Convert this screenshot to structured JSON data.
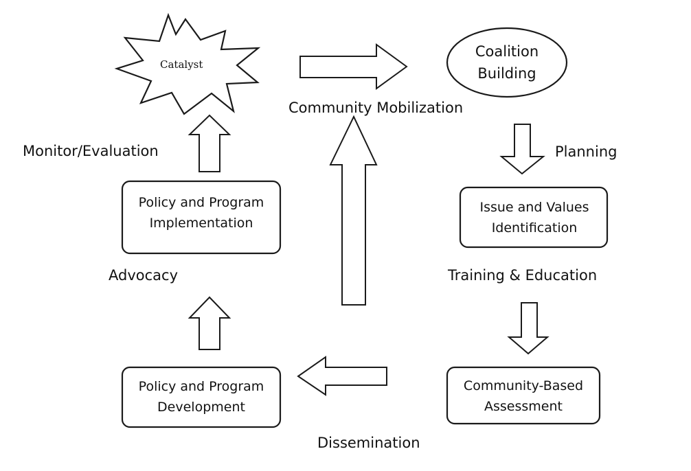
{
  "diagram": {
    "nodes": {
      "catalyst": "Catalyst",
      "coalition_building": "Coalition Building",
      "issue_values": "Issue and Values Identification",
      "assessment": "Community-Based Assessment",
      "program_development": "Policy and Program Development",
      "program_implementation": "Policy and Program Implementation"
    },
    "stages": {
      "community_mobilization": "Community Mobilization",
      "planning": "Planning",
      "training_education": "Training & Education",
      "dissemination": "Dissemination",
      "advocacy": "Advocacy",
      "monitor_evaluation": "Monitor/Evaluation"
    },
    "colors": {
      "stroke": "#1a1a1a",
      "fill": "#ffffff",
      "text": "#111111"
    }
  }
}
